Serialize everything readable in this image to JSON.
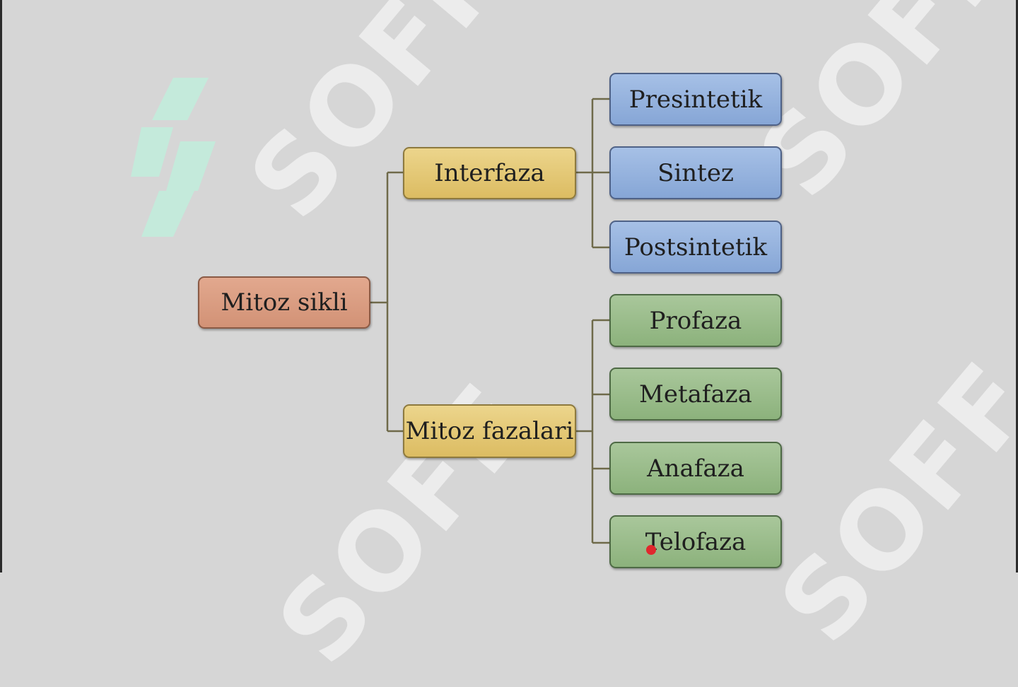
{
  "watermark": {
    "text": "SOFF"
  },
  "diagram": {
    "root": "Mitoz sikli",
    "branches": [
      {
        "label": "Interfaza",
        "children": [
          "Presintetik",
          "Sintez",
          "Postsintetik"
        ]
      },
      {
        "label": "Mitoz fazalari",
        "children": [
          "Profaza",
          "Metafaza",
          "Anafaza",
          "Telofaza"
        ]
      }
    ]
  },
  "colors": {
    "background": "#d6d6d6",
    "root": "#d99a80",
    "branch": "#e4c874",
    "interfaza_children": "#93b0dc",
    "mitoz_children": "#9bbd8c",
    "connector": "#6f6a4a"
  }
}
